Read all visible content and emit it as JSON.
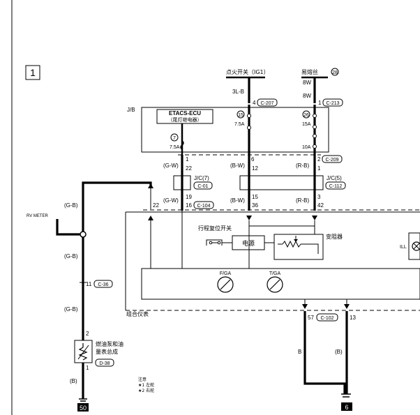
{
  "section_number": "1",
  "sources": {
    "ignition": "点火开关（IG1）",
    "fusible_link": "易熔丝",
    "fusible_link_number": "28"
  },
  "wires": {
    "w_3lb": "3L-B",
    "w_8w_a": "8W",
    "w_8w_b": "8W",
    "gw_1": "(G-W)",
    "gw_2": "(G-W)",
    "bw_1": "(B-W)",
    "bw_2": "(B-W)",
    "rb_1": "(R-B)",
    "rb_2": "(R-B)",
    "gb_1": "(G-B)",
    "gb_2": "(G-B)",
    "gb_3": "(G-B)",
    "b_left": "(B)",
    "b_bottom": "B",
    "b_bottom_paren": "(B)"
  },
  "connectors": {
    "c207": "C-207",
    "c213": "C-213",
    "c209": "C-209",
    "c01": "C-01",
    "c112": "C-112",
    "c104": "C-104",
    "c36": "C-36",
    "d38": "D-38",
    "c102": "C-102"
  },
  "pins": {
    "p4": "4",
    "p1_top": "1",
    "p1_gw": "1",
    "p22": "22",
    "p19": "19",
    "p16": "16",
    "p6": "6",
    "p12": "12",
    "p15": "15",
    "p36": "36",
    "p2": "2",
    "p1_rb": "1",
    "p3": "3",
    "p42": "42",
    "p22_left": "22",
    "p11": "11",
    "p2_pump": "2",
    "p1_pump": "1",
    "p57": "57",
    "p13": "13"
  },
  "jb": {
    "label": "J/B",
    "ecu_title": "ETACS-ECU",
    "ecu_subtitle": "（尾灯继电器）"
  },
  "fuses": {
    "f7_num": "7",
    "f7_amp": "7.5A",
    "f15_num": "15",
    "f15_amp": "7.5A",
    "f26_num": "26",
    "f26_amp": "15A",
    "f10_amp": "10A"
  },
  "junctions": {
    "jc7": "J/C(7)",
    "jc5": "J/C(5)"
  },
  "meter": {
    "rv_meter": "RV METER",
    "odo_reset_switch": "行程复位开关",
    "power_supply": "电源",
    "rheostat": "变阻器",
    "fuel_gauge": "F/GA",
    "temp_gauge": "T/GA",
    "combination_meter": "组合仪表",
    "ill": "ILL"
  },
  "pump": {
    "label_line1": "燃油泵和油",
    "label_line2": "量表总成"
  },
  "notes": {
    "title": "注意",
    "n1": "★1 左舵",
    "n2": "★2 右舵"
  },
  "grounds": {
    "left": "50",
    "right": "6"
  }
}
